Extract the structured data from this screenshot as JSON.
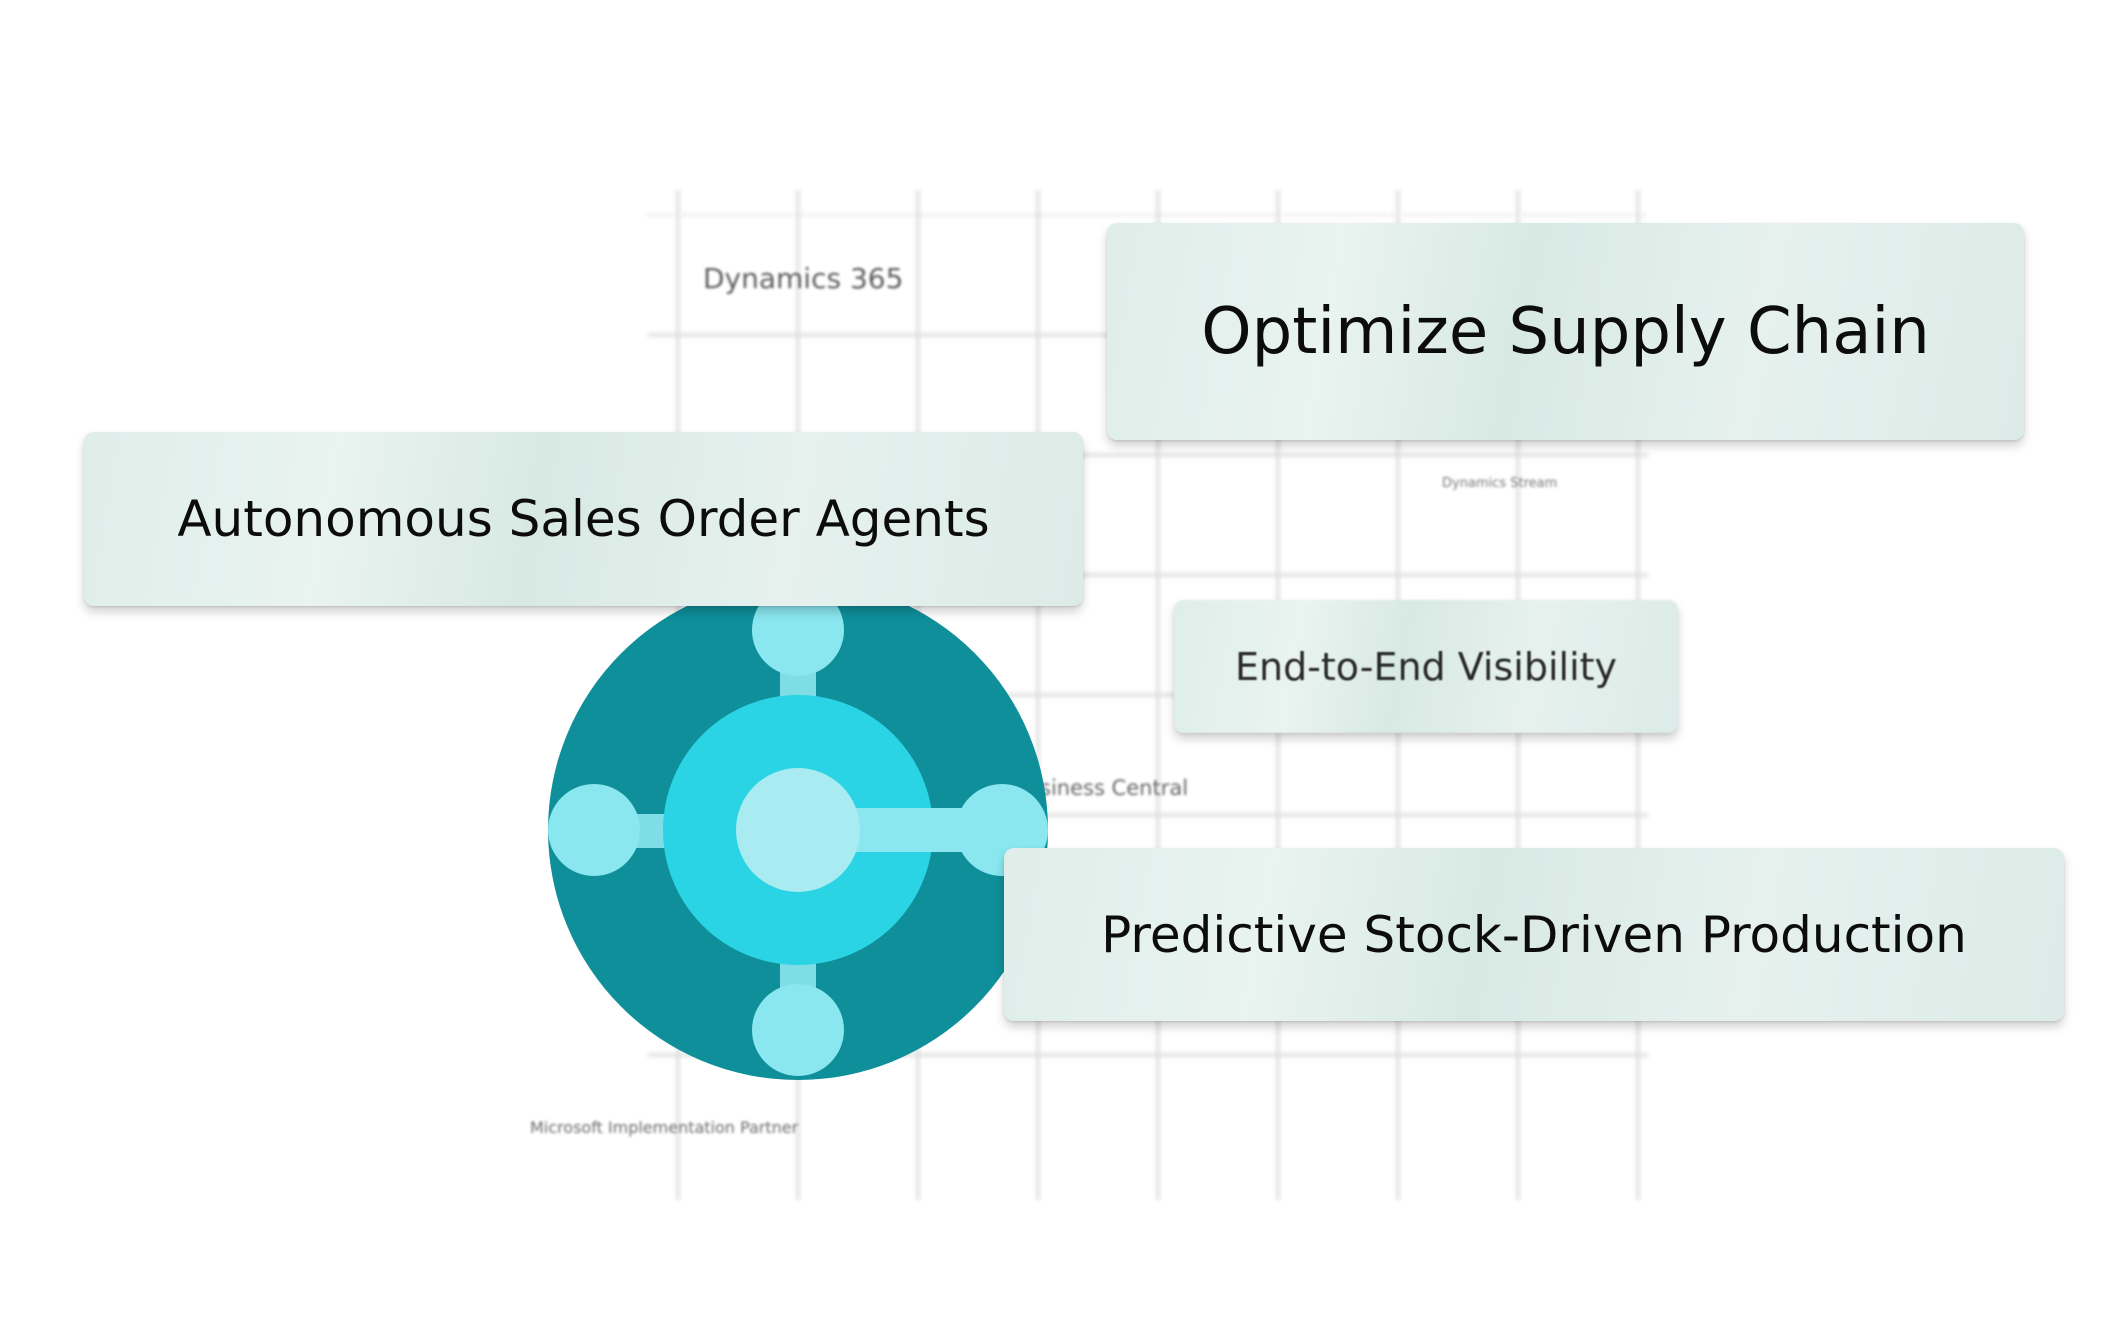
{
  "background": {
    "dynamics_label": "Dynamics 365",
    "stream_label": "Dynamics Stream",
    "business_central_label": "siness Central",
    "partner_label": "Microsoft Implementation Partner"
  },
  "cards": {
    "supply_chain": "Optimize Supply Chain",
    "sales_agents": "Autonomous Sales Order Agents",
    "visibility": "End-to-End Visibility",
    "production": "Predictive Stock-Driven Production"
  },
  "logo": {
    "icon": "business-central-logo-icon",
    "colors": {
      "outer": "#0e8f9a",
      "inner": "#2ad4e4",
      "nodes": "#8ae6ef",
      "center": "#a8ebf0"
    }
  }
}
